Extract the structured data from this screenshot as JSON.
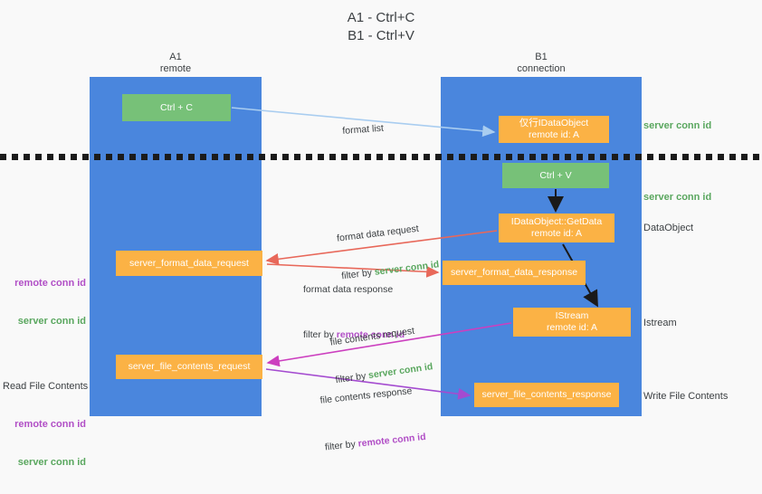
{
  "title": "A1 - Ctrl+C\nB1 - Ctrl+V",
  "colors": {
    "lane": "#4a86dd",
    "green_node": "#77c178",
    "orange_node": "#fbb245",
    "server_conn_id": "#5aa75f",
    "remote_conn_id": "#b14fc6",
    "arrow_blue": "#a9cdf0",
    "arrow_red": "#e8685a",
    "arrow_magenta": "#cc3fbf",
    "arrow_purple": "#a44bd0",
    "arrow_black": "#000000",
    "background": "#f9f9f9"
  },
  "columns": {
    "a1": {
      "name": "A1",
      "sub": "remote",
      "label": "A1\nremote"
    },
    "b1": {
      "name": "B1",
      "sub": "connection",
      "label": "B1\nconnection"
    }
  },
  "nodes": {
    "ctrl_c": {
      "line1": "Ctrl + C",
      "line2": "",
      "kind": "green"
    },
    "idataobject": {
      "line1": "仅行IDataObject",
      "line2": "remote id: A",
      "kind": "orange"
    },
    "ctrl_v": {
      "line1": "Ctrl + V",
      "line2": "",
      "kind": "green"
    },
    "getdata": {
      "line1": "IDataObject::GetData",
      "line2": "remote id: A",
      "kind": "orange"
    },
    "fmt_data_req": {
      "line1": "server_format_data_request",
      "line2": "",
      "kind": "orange"
    },
    "fmt_data_resp": {
      "line1": "server_format_data_response",
      "line2": "",
      "kind": "orange"
    },
    "istream": {
      "line1": "IStream",
      "line2": "remote id: A",
      "kind": "orange"
    },
    "file_req": {
      "line1": "server_file_contents_request",
      "line2": "",
      "kind": "orange"
    },
    "file_resp": {
      "line1": "server_file_contents_response",
      "line2": "",
      "kind": "orange"
    }
  },
  "edge_labels": {
    "format_list": {
      "line1": "format list",
      "filter_prefix": "",
      "filter_value": ""
    },
    "fmt_data_req": {
      "line1": "format data request",
      "filter_prefix": "filter by ",
      "filter_value": "server conn id"
    },
    "fmt_data_resp": {
      "line1": "format data response",
      "filter_prefix": "filter by ",
      "filter_value": "remote conn id"
    },
    "file_req": {
      "line1": "file contents request",
      "filter_prefix": "filter by ",
      "filter_value": "server conn id"
    },
    "file_resp": {
      "line1": "file contents response",
      "filter_prefix": "filter by ",
      "filter_value": "remote conn id"
    }
  },
  "right_notes": {
    "server_conn_id_1": "server conn id",
    "server_conn_id_2": "server conn id",
    "dataobject": "DataObject",
    "istream": "Istream",
    "write_file_contents": "Write File Contents"
  },
  "left_notes": {
    "block1": {
      "heading": "",
      "remote": "remote conn id",
      "server": "server conn id"
    },
    "block2": {
      "heading": "Read File Contents",
      "remote": "remote conn id",
      "server": "server conn id"
    }
  }
}
